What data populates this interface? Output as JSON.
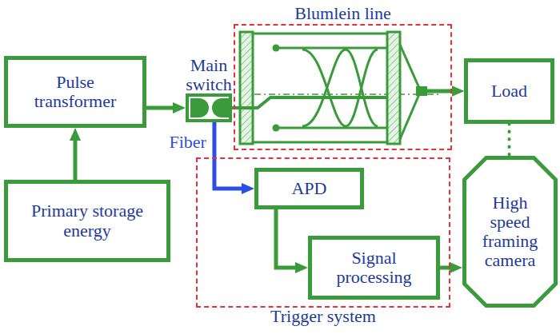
{
  "diagram": {
    "nodes": [
      {
        "text": [
          "Pulse transformer"
        ]
      },
      {
        "text": [
          "Primary storage energy"
        ]
      },
      {
        "text": [
          "Main switch"
        ]
      },
      {
        "text": [
          "Blumlein line"
        ]
      },
      {
        "text": [
          "Load"
        ]
      },
      {
        "text": [
          "Trigger system"
        ]
      },
      {
        "text": [
          "APD"
        ],
        "in": 5
      },
      {
        "text": [
          "Signal processing"
        ],
        "in": 5
      },
      {
        "text": [
          "High speed framing camera"
        ]
      }
    ],
    "edges": [
      {
        "from": 1,
        "to": 0,
        "arrow": "to"
      },
      {
        "from": 0,
        "to": 2,
        "arrow": "to"
      },
      {
        "from": 2,
        "to": 3,
        "arrow": "none"
      },
      {
        "from": 3,
        "to": 4,
        "arrow": "to"
      },
      {
        "from": 2,
        "to": 6,
        "label": "Fiber",
        "arrow": "to"
      },
      {
        "from": 6,
        "to": 7,
        "arrow": "to"
      },
      {
        "from": 7,
        "to": 8,
        "arrow": "to"
      },
      {
        "from": 4,
        "to": 8,
        "arrow": "none"
      }
    ]
  }
}
